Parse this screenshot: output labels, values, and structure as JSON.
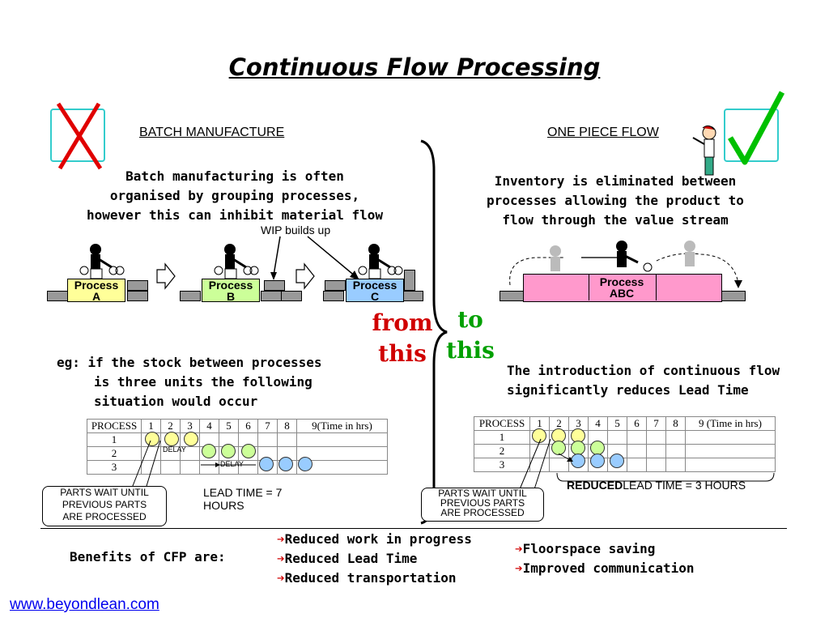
{
  "title": "Continuous Flow Processing",
  "left": {
    "heading": "BATCH MANUFACTURE",
    "intro": [
      "Batch manufacturing is often",
      "organised by grouping processes,",
      "however this can inhibit material flow"
    ],
    "wip_label": "WIP builds up",
    "processes": [
      {
        "line1": "Process",
        "line2": "A",
        "color": "#ffff99"
      },
      {
        "line1": "Process",
        "line2": "B",
        "color": "#ccff99"
      },
      {
        "line1": "Process",
        "line2": "C",
        "color": "#99ccff"
      }
    ],
    "example": [
      "eg: if the stock between processes",
      "is three units the following",
      "situation would occur"
    ],
    "table": {
      "header": [
        "PROCESS",
        "1",
        "2",
        "3",
        "4",
        "5",
        "6",
        "7",
        "8",
        "9(Time in hrs)"
      ],
      "rows": [
        "1",
        "2",
        "3"
      ]
    },
    "delay1": "DELAY",
    "delay2": "DELAY",
    "callout": [
      "PARTS WAIT UNTIL",
      "PREVIOUS PARTS",
      "ARE PROCESSED"
    ],
    "lead_time": [
      "LEAD TIME = 7",
      "HOURS"
    ]
  },
  "right": {
    "heading": "ONE PIECE FLOW",
    "intro": [
      "Inventory is eliminated between",
      "processes allowing the product to",
      "flow through the value stream"
    ],
    "process": {
      "line1": "Process",
      "line2": "ABC",
      "color": "#ff99cc"
    },
    "desc": [
      "The introduction of continuous flow",
      "significantly reduces Lead Time"
    ],
    "table": {
      "header": [
        "PROCESS",
        "1",
        "2",
        "3",
        "4",
        "5",
        "6",
        "7",
        "8",
        "9 (Time in hrs)"
      ],
      "rows": [
        "1",
        "2",
        "3"
      ]
    },
    "callout": [
      "PARTS WAIT UNTIL",
      "PREVIOUS PARTS",
      "ARE PROCESSED"
    ],
    "reduced_bold": "REDUCED",
    "reduced_rest": "LEAD TIME = 3 HOURS"
  },
  "from_text": [
    "from",
    "this"
  ],
  "to_text": [
    "to",
    "this"
  ],
  "benefits": {
    "label": "Benefits of CFP are:",
    "col1": [
      "Reduced work in progress",
      "Reduced Lead Time",
      "Reduced transportation"
    ],
    "col2": [
      "Floorspace saving",
      "Improved communication"
    ]
  },
  "link": "www.beyondlean.com",
  "colors": {
    "yellow": "#ffff99",
    "green": "#ccff99",
    "blue": "#99ccff",
    "pink": "#ff99cc",
    "red": "#d00000",
    "check": "#00c000"
  },
  "icons": [
    "x-mark-icon",
    "check-mark-icon",
    "worker-icon",
    "manager-icon",
    "right-arrow-icon"
  ]
}
